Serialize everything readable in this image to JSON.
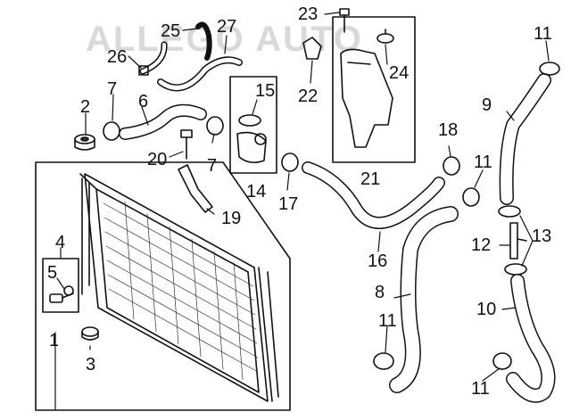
{
  "watermark": {
    "text": "ALLEGO AUTO",
    "logo_text": "ALLEGO AUTO"
  },
  "callouts": {
    "c1": "1",
    "c2": "2",
    "c3": "3",
    "c4": "4",
    "c5": "5",
    "c6": "6",
    "c7a": "7",
    "c7b": "7",
    "c8": "8",
    "c9": "9",
    "c10": "10",
    "c11a": "11",
    "c11b": "11",
    "c11c": "11",
    "c11d": "11",
    "c12": "12",
    "c13": "13",
    "c14": "14",
    "c15": "15",
    "c16": "16",
    "c17": "17",
    "c18": "18",
    "c19": "19",
    "c20": "20",
    "c21": "21",
    "c22": "22",
    "c23": "23",
    "c24": "24",
    "c25": "25",
    "c26": "26",
    "c27": "27"
  },
  "colors": {
    "line": "#111111",
    "fill": "#ffffff",
    "mesh": "#333333"
  }
}
